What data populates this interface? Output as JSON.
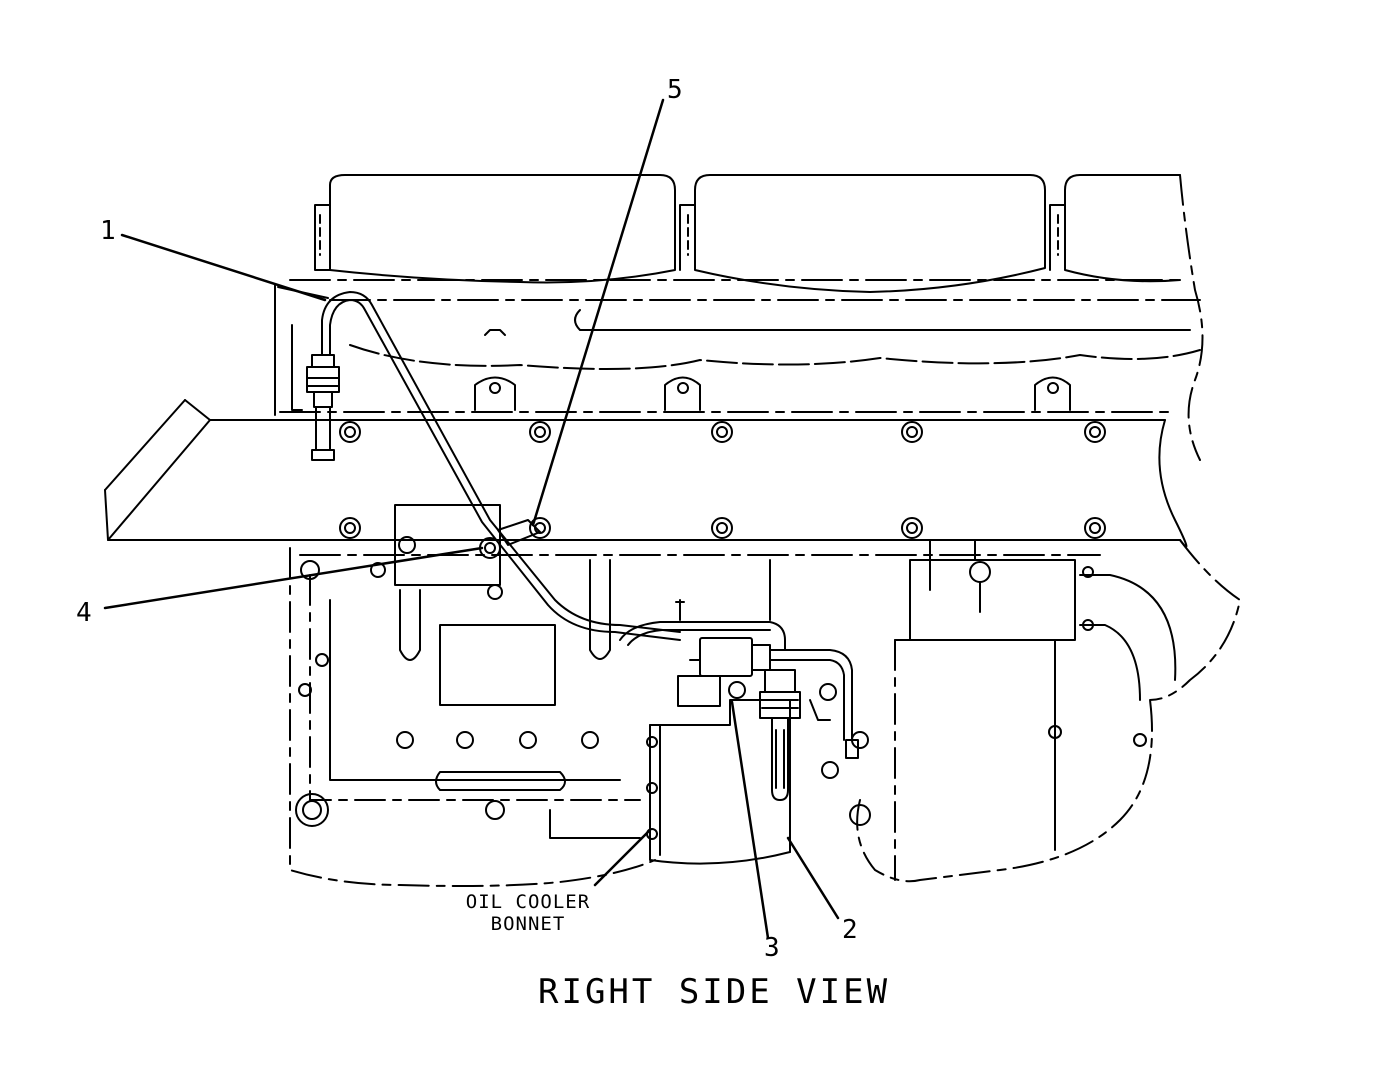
{
  "callouts": {
    "c1": "1",
    "c2": "2",
    "c3": "3",
    "c4": "4",
    "c5": "5"
  },
  "notes": {
    "oil_cooler_line1": "OIL COOLER",
    "oil_cooler_line2": "BONNET"
  },
  "view_title": "RIGHT SIDE VIEW",
  "colors": {
    "line": "#000000",
    "background": "#ffffff"
  }
}
